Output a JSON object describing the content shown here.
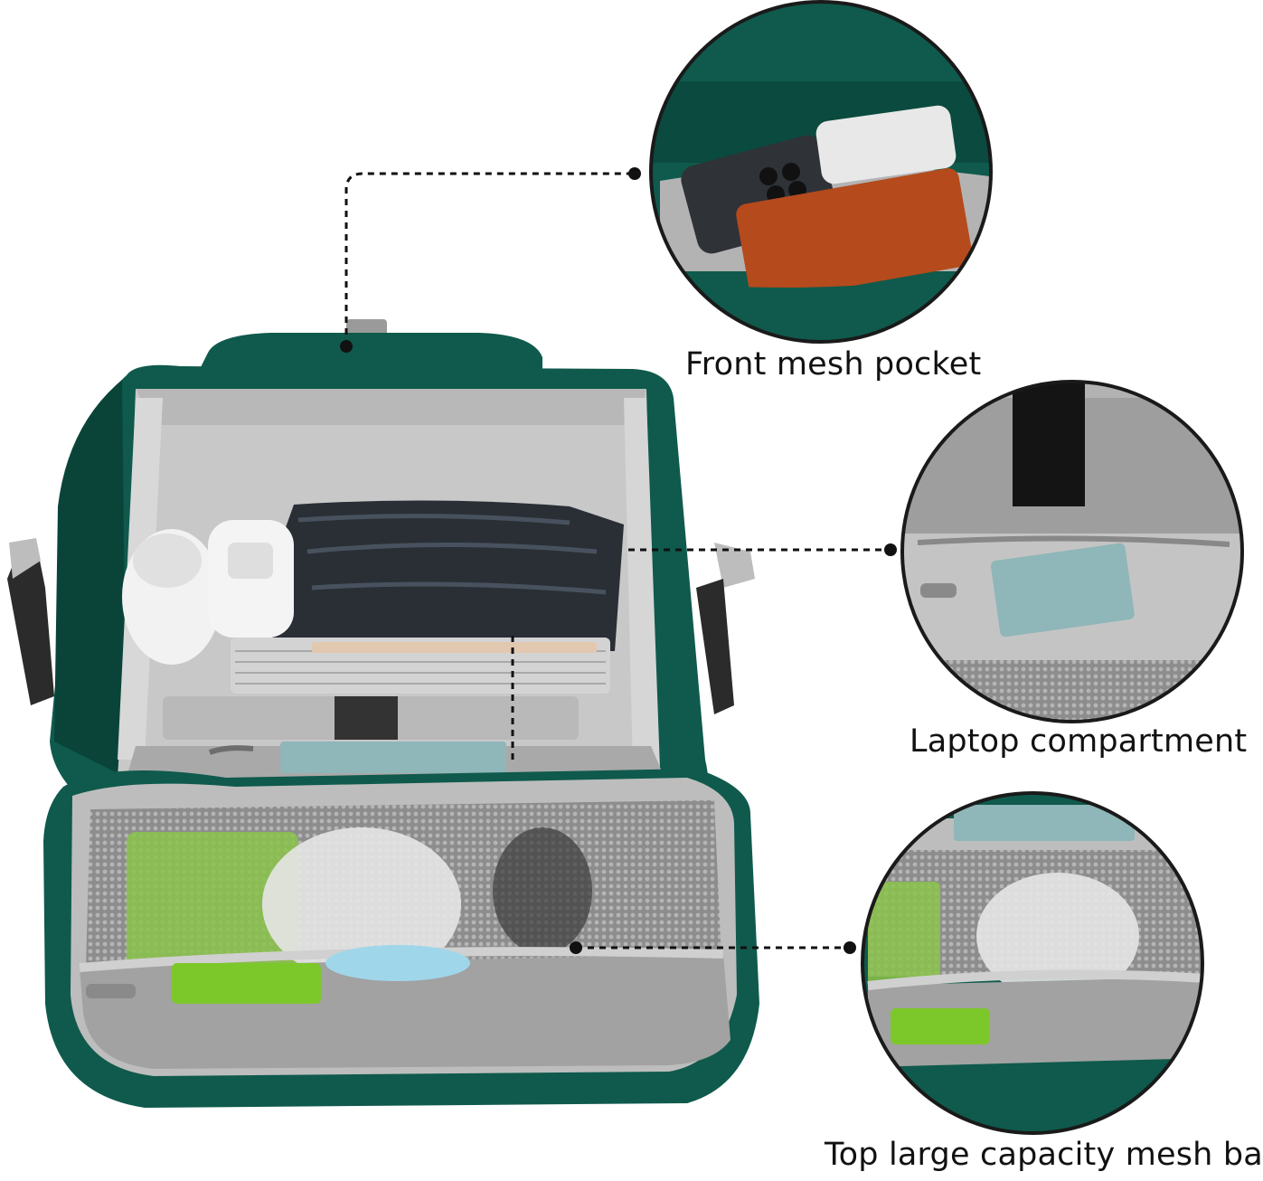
{
  "labels": {
    "front_pocket": "Front mesh pocket",
    "laptop_compartment": "Laptop compartment",
    "mesh_bag": "Top large capacity mesh bag"
  },
  "colors": {
    "bag_green": "#0f5a4c",
    "bag_green_dark": "#0a4439",
    "lining_grey": "#c8c8c8",
    "mesh_grey": "#9a9a9a",
    "trim_grey": "#bdbdbd",
    "wallet_orange": "#b54a1c",
    "notebook_blue": "#8fb6b8",
    "calculator_green": "#8bc34a",
    "dotted_line": "#111111"
  }
}
